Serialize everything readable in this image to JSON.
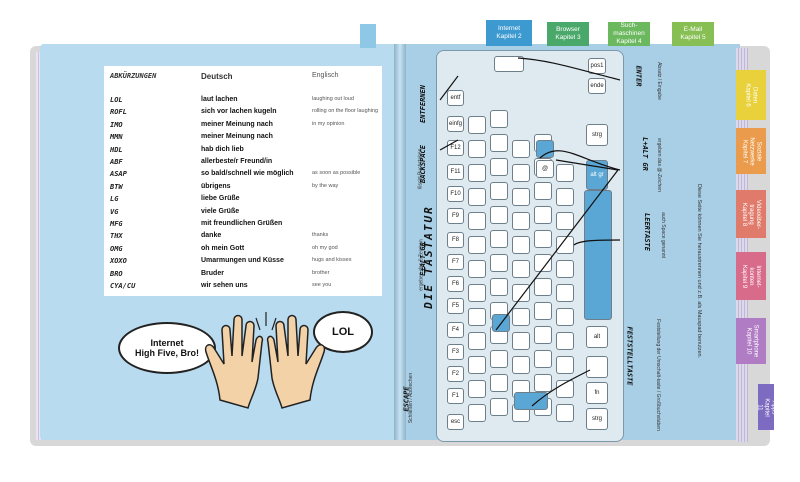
{
  "top_tabs": [
    {
      "label": "Internet\nKapitel 2",
      "color": "#3d9ad1"
    },
    {
      "label": "Browser\nKapitel 3",
      "color": "#4aa86a"
    },
    {
      "label": "Such-\nmaschinen\nKapitel 4",
      "color": "#6cb85e"
    },
    {
      "label": "E-Mail\nKapitel 5",
      "color": "#87bf55"
    }
  ],
  "side_tabs": [
    {
      "label": "Daten\nKapitel 6",
      "color": "#e9d13c"
    },
    {
      "label": "Soziale\nNetzwerke\nKapitel 7",
      "color": "#ea9b4c"
    },
    {
      "label": "Videoüber-\ntragung\nKapitel 8",
      "color": "#e07a6a"
    },
    {
      "label": "Internet-\nkonten\nKapitel 9",
      "color": "#d86a8a"
    },
    {
      "label": "Smartphone\nKapitel 10",
      "color": "#b07cc4"
    },
    {
      "label": "Apps\nKapitel 11",
      "color": "#7c6bc0"
    }
  ],
  "abbreviations": {
    "headers": [
      "ABKÜRZUNGEN",
      "Deutsch",
      "Englisch"
    ],
    "rows": [
      {
        "abbr": "LOL",
        "de": "laut lachen",
        "en": "laughing out loud"
      },
      {
        "abbr": "ROFL",
        "de": "sich vor lachen kugeln",
        "en": "rolling on the floor laughing"
      },
      {
        "abbr": "IMO",
        "de": "meiner Meinung nach",
        "en": "in my opinion"
      },
      {
        "abbr": "MMN",
        "de": "meiner Meinung nach",
        "en": ""
      },
      {
        "abbr": "HDL",
        "de": "hab dich lieb",
        "en": ""
      },
      {
        "abbr": "ABF",
        "de": "allerbeste/r Freund/in",
        "en": ""
      },
      {
        "abbr": "ASAP",
        "de": "so bald/schnell wie möglich",
        "en": "as soon as possible"
      },
      {
        "abbr": "BTW",
        "de": "übrigens",
        "en": "by the way"
      },
      {
        "abbr": "LG",
        "de": "liebe Grüße",
        "en": ""
      },
      {
        "abbr": "VG",
        "de": "viele Grüße",
        "en": ""
      },
      {
        "abbr": "MFG",
        "de": "mit freundlichen Grüßen",
        "en": ""
      },
      {
        "abbr": "THX",
        "de": "danke",
        "en": "thanks"
      },
      {
        "abbr": "OMG",
        "de": "oh mein Gott",
        "en": "oh my god"
      },
      {
        "abbr": "XOXO",
        "de": "Umarmungen und Küsse",
        "en": "hugs and kisses"
      },
      {
        "abbr": "BRO",
        "de": "Bruder",
        "en": "brother"
      },
      {
        "abbr": "CYA/CU",
        "de": "wir sehen uns",
        "en": "see you"
      }
    ]
  },
  "bubbles": {
    "left": "Internet\nHigh Five, Bro!",
    "right": "LOL"
  },
  "keyboard": {
    "title": "DIE TASTATUR",
    "labels": {
      "escape": "ESCAPE",
      "escape_sub": "Schließen / Abbrechen",
      "altgr_e": "E+ALT GR",
      "altgr_e_sub": "ergeben das €-Zeichen",
      "backspace": "BACKSPACE",
      "backspace_sub": "löscht Buchstaben",
      "entfernen": "ENTFERNEN",
      "enter": "ENTER",
      "enter_sub": "Absatz / Eingabe",
      "lalt_gr": "L+ALT GR",
      "lalt_gr_sub": "ergeben das @-Zeichen",
      "leertaste": "LEERTASTE",
      "leertaste_sub": "auch Space genannt",
      "feststell": "FESTSTELLTASTE",
      "feststell_sub": "Feststellung der Umschalt-taste / Großbuchstaben",
      "note": "Diese Seite können Sie heraustrennen und z.B. als Mauspad benutzen."
    },
    "fkeys": [
      "esc",
      "F1",
      "F2",
      "F3",
      "F4",
      "F5",
      "F6",
      "F7",
      "F8",
      "F9",
      "F10",
      "F11",
      "F12",
      "einfg",
      "entf"
    ],
    "special": {
      "strg": "strg",
      "fn": "fn",
      "alt": "alt",
      "alt_gr": "alt gr",
      "pos1": "pos1",
      "ende": "ende",
      "at": "@"
    }
  }
}
